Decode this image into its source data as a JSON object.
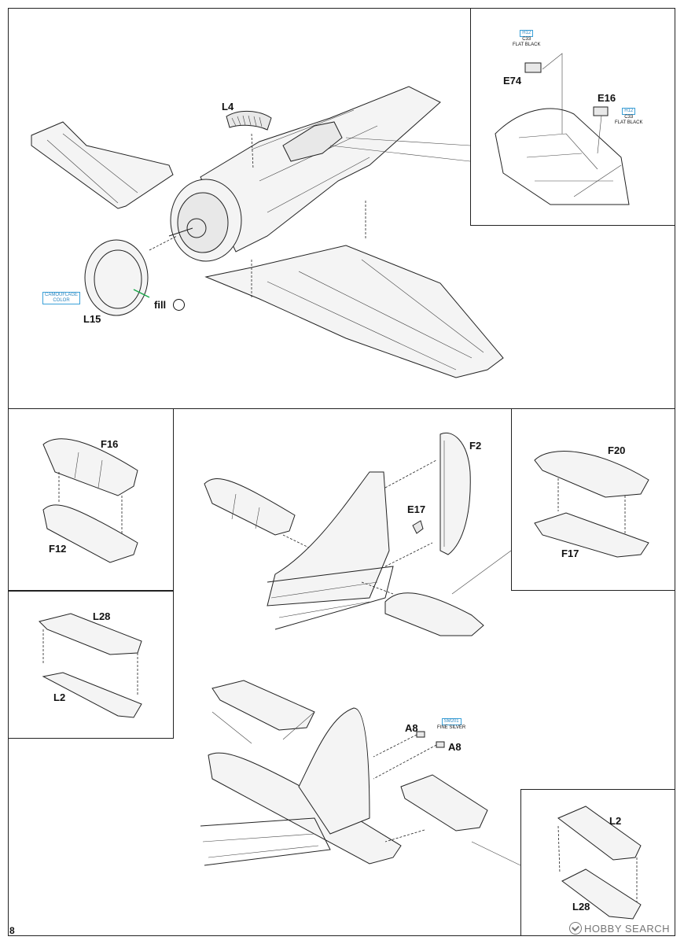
{
  "page": {
    "number": "8"
  },
  "labels": {
    "l4": "L4",
    "l15": "L15",
    "fill": "fill",
    "e74": "E74",
    "e16": "E16",
    "f16": "F16",
    "f12": "F12",
    "f2": "F2",
    "e17": "E17",
    "f20": "F20",
    "f17": "F17",
    "l28_a": "L28",
    "l2_a": "L2",
    "a8_a": "A8",
    "a8_b": "A8",
    "l2_b": "L2",
    "l28_b": "L28"
  },
  "color_codes": {
    "camo": {
      "line1": "CAMOUFLAGE",
      "line2": "COLOR"
    },
    "e74": {
      "code": "H12",
      "line2": "C33",
      "line3": "FLAT BLACK"
    },
    "e16": {
      "code": "H12",
      "line2": "C33",
      "line3": "FLAT BLACK"
    },
    "a8": {
      "code": "SM201",
      "line2": "FINE SILVER"
    }
  },
  "watermark": {
    "text": "HOBBY SEARCH"
  },
  "colors": {
    "accent_blue": "#3aa0d8",
    "fill_green": "#1aa84a",
    "line": "#222222"
  }
}
